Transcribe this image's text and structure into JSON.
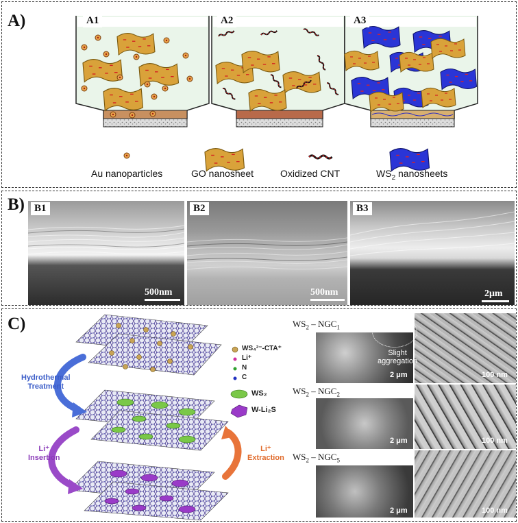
{
  "panel_a": {
    "label": "A)",
    "sub": [
      "A1",
      "A2",
      "A3"
    ],
    "legend": {
      "au": "Au nanoparticles",
      "go": "GO nanosheet",
      "cnt": "Oxidized CNT",
      "ws2_prefix": "WS",
      "ws2_sub": "2",
      "ws2_suffix": " nanosheets"
    }
  },
  "panel_b": {
    "label": "B)",
    "images": [
      {
        "label": "B1",
        "scale": "500nm"
      },
      {
        "label": "B2",
        "scale": "500nm"
      },
      {
        "label": "B3",
        "scale": "2μm"
      }
    ]
  },
  "panel_c": {
    "label": "C)",
    "arrows": {
      "hydrothermal_1": "Hydrothermal",
      "hydrothermal_2": "Treatment",
      "insertion_1": "Li⁺",
      "insertion_2": "Insertion",
      "extraction_1": "Li⁺",
      "extraction_2": "Extraction"
    },
    "legend": {
      "ws4": "WS₄²⁻-CTA⁺",
      "li": "Li⁺",
      "n": "N",
      "c": "C",
      "ws2": "WS₂",
      "wli2s": "W-Li₂S"
    },
    "rows": [
      {
        "prefix": "WS",
        "sub1": "2",
        "mid": " – NGC",
        "sub2": "1",
        "sem_scale": "2 μm",
        "tem_scale": "100 nm"
      },
      {
        "prefix": "WS",
        "sub1": "2",
        "mid": " – NGC",
        "sub2": "2",
        "sem_scale": "2 μm",
        "tem_scale": "100 nm"
      },
      {
        "prefix": "WS",
        "sub1": "2",
        "mid": " – NGC",
        "sub2": "5",
        "sem_scale": "2 μm",
        "tem_scale": "100 nm"
      }
    ],
    "aggregation_1": "Slight",
    "aggregation_2": "aggregation"
  },
  "colors": {
    "go": "#d9a23a",
    "ws2": "#2a35d6",
    "au": "#e8a24a",
    "cnt": "#b02020"
  }
}
